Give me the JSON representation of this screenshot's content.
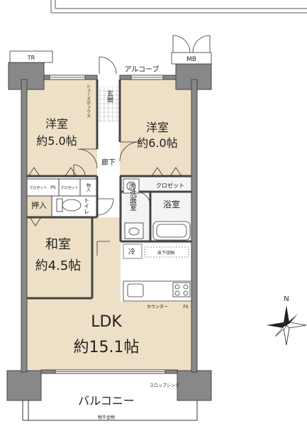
{
  "rooms": {
    "western_room_1": {
      "name": "洋室",
      "size": "約5.0帖"
    },
    "western_room_2": {
      "name": "洋室",
      "size": "約6.0帖"
    },
    "japanese_room": {
      "name": "和室",
      "size": "約4.5帖"
    },
    "ldk": {
      "name": "LDK",
      "size": "約15.1帖"
    },
    "entrance": "玄関",
    "corridor": "廊下",
    "washroom_top": "洗",
    "washroom": "洗面室",
    "bathroom": "浴室",
    "toilet": "トイレ",
    "balcony": "バルコニー"
  },
  "labels": {
    "alcove": "アルコーブ",
    "mb": "MB",
    "tr": "TR",
    "shoes_box": "シューズボックス",
    "closet": "クロゼット",
    "closet_small_1": "クロゼット",
    "closet_small_2": "クロゼット",
    "ps": "PS",
    "storage": "物入",
    "oshiire": "押入",
    "fridge": "冷",
    "floor_storage": "床下収納",
    "counter": "カウンター",
    "fs": "FS",
    "slop_sink": "スロップシンク",
    "clothes_rail": "物干金物"
  },
  "compass": {
    "north": "N"
  },
  "colors": {
    "wall": "#888888",
    "floor": "#ede0c6",
    "wet_area": "#f3f3f3",
    "tile": "#ffffff",
    "line": "#333333"
  }
}
